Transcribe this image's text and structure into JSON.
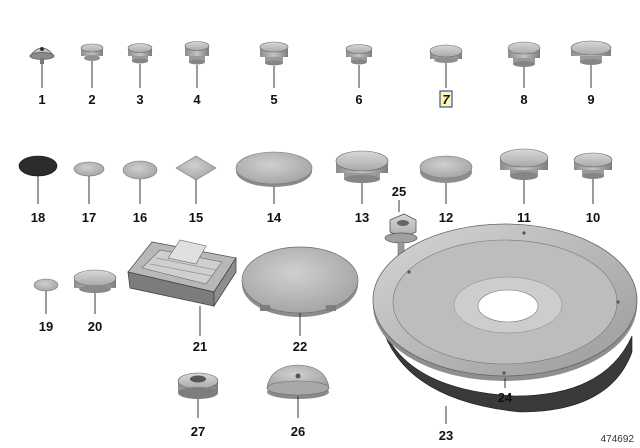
{
  "diagram": {
    "reference_number": "474692",
    "highlighted_part": "7",
    "parts": [
      {
        "id": "1",
        "label": "1",
        "shape": "push-rivet"
      },
      {
        "id": "2",
        "label": "2",
        "shape": "plug"
      },
      {
        "id": "3",
        "label": "3",
        "shape": "plug"
      },
      {
        "id": "4",
        "label": "4",
        "shape": "plug"
      },
      {
        "id": "5",
        "label": "5",
        "shape": "plug"
      },
      {
        "id": "6",
        "label": "6",
        "shape": "plug"
      },
      {
        "id": "7",
        "label": "7",
        "shape": "plug"
      },
      {
        "id": "8",
        "label": "8",
        "shape": "plug"
      },
      {
        "id": "9",
        "label": "9",
        "shape": "plug"
      },
      {
        "id": "10",
        "label": "10",
        "shape": "plug"
      },
      {
        "id": "11",
        "label": "11",
        "shape": "plug"
      },
      {
        "id": "12",
        "label": "12",
        "shape": "flat-plug"
      },
      {
        "id": "13",
        "label": "13",
        "shape": "plug"
      },
      {
        "id": "14",
        "label": "14",
        "shape": "flat-disc"
      },
      {
        "id": "15",
        "label": "15",
        "shape": "square-patch"
      },
      {
        "id": "16",
        "label": "16",
        "shape": "flat-disc"
      },
      {
        "id": "17",
        "label": "17",
        "shape": "flat-disc"
      },
      {
        "id": "18",
        "label": "18",
        "shape": "black-disc"
      },
      {
        "id": "19",
        "label": "19",
        "shape": "flat-disc"
      },
      {
        "id": "20",
        "label": "20",
        "shape": "plug"
      },
      {
        "id": "21",
        "label": "21",
        "shape": "jack-pad"
      },
      {
        "id": "22",
        "label": "22",
        "shape": "large-cover"
      },
      {
        "id": "23",
        "label": "23",
        "shape": "seal-ring"
      },
      {
        "id": "24",
        "label": "24",
        "shape": "cover-plate"
      },
      {
        "id": "25",
        "label": "25",
        "shape": "nut"
      },
      {
        "id": "26",
        "label": "26",
        "shape": "domed-plug"
      },
      {
        "id": "27",
        "label": "27",
        "shape": "grommet"
      }
    ]
  }
}
